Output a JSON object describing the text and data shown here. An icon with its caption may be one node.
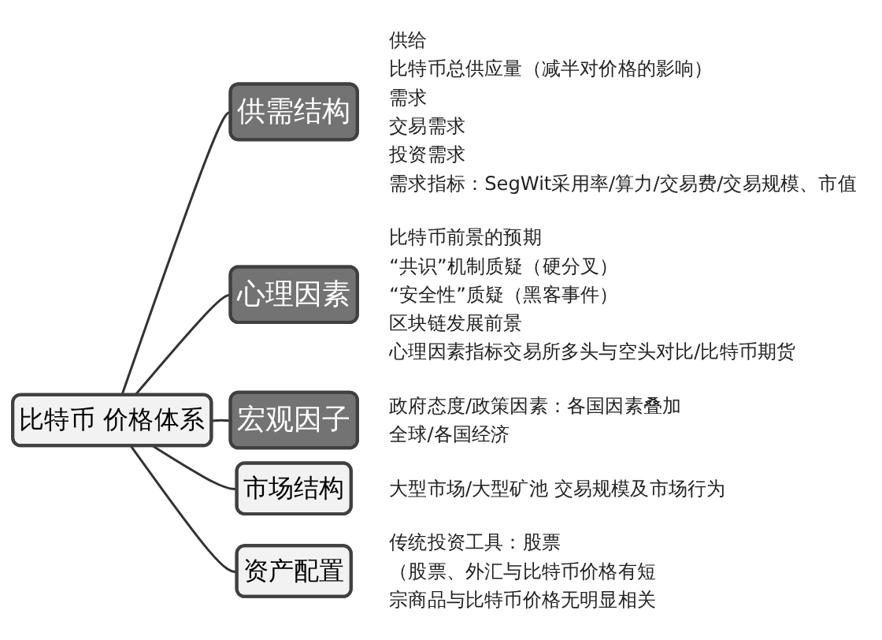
{
  "diagram": {
    "nodes": [
      {
        "text": [
          "比特币 价格体系"
        ]
      },
      {
        "text": [
          "供需结构"
        ],
        "beside": [
          "供给",
          "比特币总供应量（减半对价格的影响）",
          "需求",
          "交易需求",
          "投资需求",
          "需求指标：SegWit采用率/算力/交易费/交易规模、市值"
        ]
      },
      {
        "text": [
          "心理因素"
        ],
        "beside": [
          "比特币前景的预期",
          "“共识”机制质疑（硬分叉）",
          "“安全性”质疑（黑客事件）",
          "区块链发展前景",
          "心理因素指标交易所多头与空头对比/比特币期货"
        ]
      },
      {
        "text": [
          "宏观因子"
        ],
        "beside": [
          "政府态度/政策因素：各国因素叠加",
          "全球/各国经济"
        ]
      },
      {
        "text": [
          "市场结构"
        ],
        "beside": [
          "大型市场/大型矿池 交易规模及市场行为"
        ]
      },
      {
        "text": [
          "资产配置"
        ],
        "beside": [
          "传统投资工具：股票",
          "（股票、外汇与比特币价格有短",
          "宗商品与比特币价格无明显相关"
        ]
      }
    ],
    "edges": [
      {
        "from": 0,
        "to": 1,
        "arrow": "none"
      },
      {
        "from": 0,
        "to": 2,
        "arrow": "none"
      },
      {
        "from": 0,
        "to": 3,
        "arrow": "none"
      },
      {
        "from": 0,
        "to": 4,
        "arrow": "none"
      },
      {
        "from": 0,
        "to": 5,
        "arrow": "none"
      }
    ]
  }
}
